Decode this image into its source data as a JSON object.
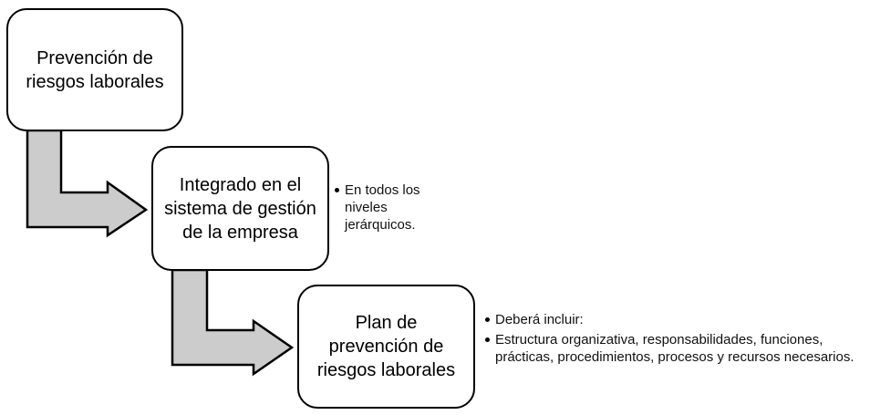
{
  "boxes": [
    {
      "label": "Prevención de riesgos laborales"
    },
    {
      "label": "Integrado en el sistema de gestión de la empresa"
    },
    {
      "label": "Plan de prevención de riesgos laborales"
    }
  ],
  "notes": {
    "box2": [
      "En todos los niveles jerárquicos."
    ],
    "box3": [
      "Deberá incluir:",
      "Estructura organizativa, responsabilidades, funciones, prácticas, procedimientos, procesos  y recursos necesarios."
    ]
  },
  "colors": {
    "arrow_fill": "#cccccc",
    "stroke": "#000000"
  }
}
